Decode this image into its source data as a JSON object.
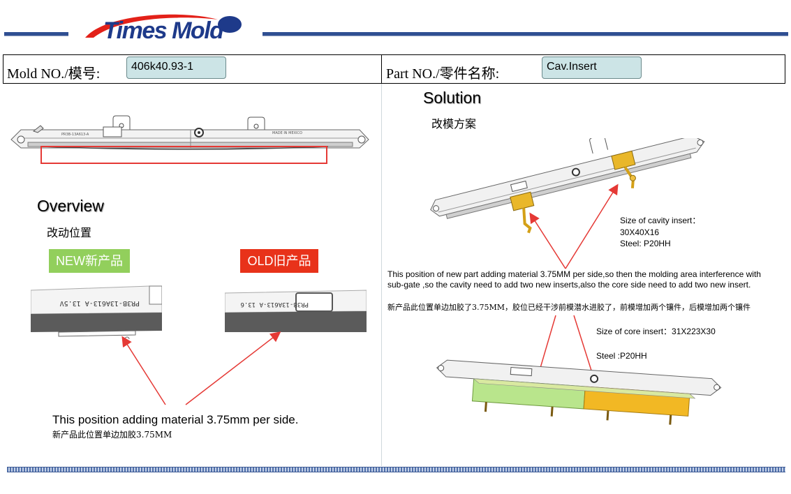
{
  "header": {
    "logo_text": "Times Mold"
  },
  "info": {
    "mold_label": "Mold NO./模号:",
    "mold_value": "406k40.93-1",
    "part_label": "Part NO./零件名称:",
    "part_value": "Cav.Insert"
  },
  "overview": {
    "title": "Overview",
    "subtitle": "改动位置",
    "tag_new": "NEW新产品",
    "tag_old": "OLD旧产品",
    "note_en": "This position adding material 3.75mm per side.",
    "note_cn": "新产品此位置单边加胶3.75MM"
  },
  "solution": {
    "title": "Solution",
    "subtitle": "改模方案",
    "cavity_insert_size": "Size of cavity insert：",
    "cavity_insert_dims": "30X40X16",
    "cavity_insert_steel": "Steel: P20HH",
    "desc_en": "This position of new part adding material 3.75MM per side,so then the molding area interference with sub-gate ,so the cavity need to add two new inserts,also the core side need to add two new insert.",
    "desc_cn": "新产品此位置单边加胶了3.75MM，胶位已经干涉前模潜水进胶了，前模增加两个镶件，后模增加两个镶件",
    "core_insert_size": "Size of core insert：31X223X30",
    "core_insert_steel": "Steel :P20HH"
  },
  "colors": {
    "brand_blue": "#2f4f92",
    "info_box": "#cce4e6",
    "new_tag": "#92cf5c",
    "old_tag": "#e8321a",
    "arrow_red": "#e53935",
    "insert_green": "#b9e58c",
    "insert_yellow": "#f2b824"
  }
}
